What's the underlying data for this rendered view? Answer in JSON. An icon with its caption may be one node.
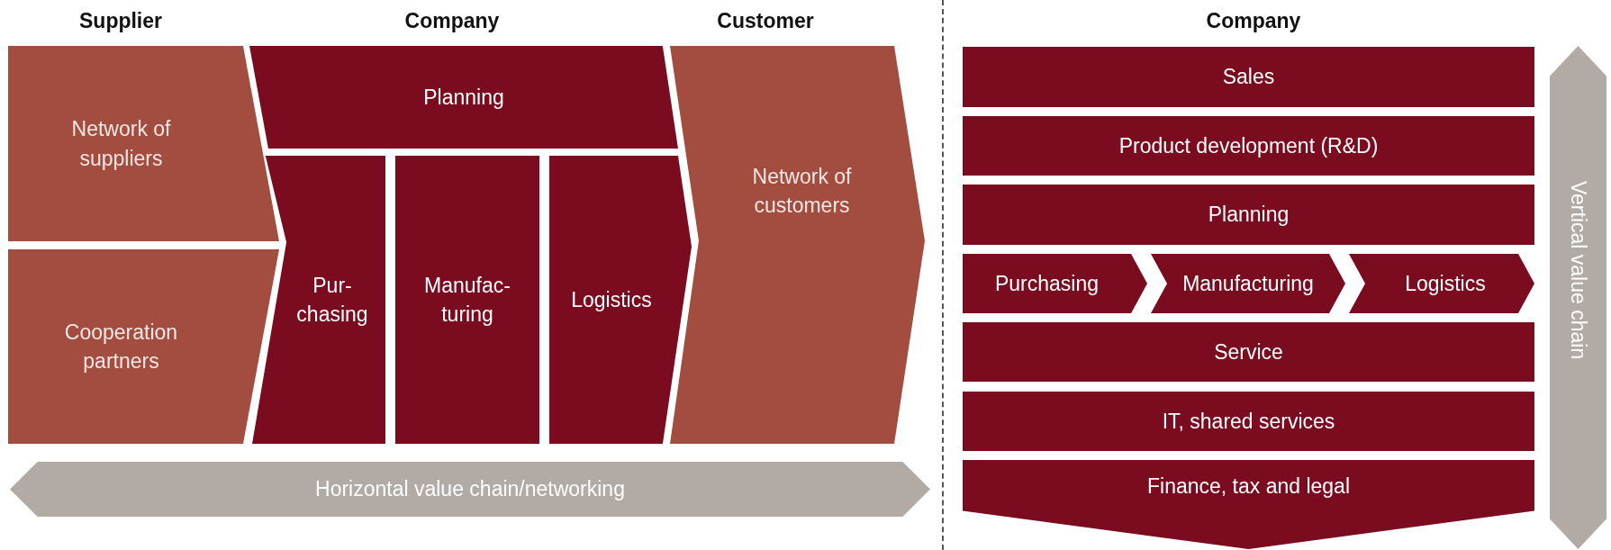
{
  "diagram": {
    "nodes": [
      {
        "text": [
          "Network of suppliers"
        ]
      },
      {
        "text": [
          "Cooperation partners"
        ]
      },
      {
        "text": [
          "Planning"
        ]
      },
      {
        "text": [
          "Pur- chasing"
        ]
      },
      {
        "text": [
          "Manufac- turing"
        ]
      },
      {
        "text": [
          "Logistics"
        ]
      },
      {
        "text": [
          "Network of customers"
        ]
      },
      {
        "text": [
          "Horizontal value chain/networking"
        ]
      },
      {
        "text": [
          "Sales"
        ]
      },
      {
        "text": [
          "Product development (R&D)"
        ]
      },
      {
        "text": [
          "Planning"
        ]
      },
      {
        "text": [
          "Purchasing"
        ]
      },
      {
        "text": [
          "Manufacturing"
        ]
      },
      {
        "text": [
          "Logistics"
        ]
      },
      {
        "text": [
          "Service"
        ]
      },
      {
        "text": [
          "IT, shared services"
        ]
      },
      {
        "text": [
          "Finance, tax and legal"
        ]
      },
      {
        "text": [
          "Vertical value chain"
        ]
      }
    ],
    "labels": [
      "Supplier",
      "Company",
      "Customer",
      "Company"
    ]
  }
}
